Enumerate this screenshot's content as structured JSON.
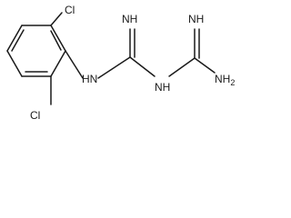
{
  "structure": {
    "atoms": {
      "cl_top": "Cl",
      "cl_bottom": "Cl",
      "nh_imine_1": "NH",
      "nh_amine_1": "N",
      "nh_amine_1_h": "H",
      "nh_amine_2": "N",
      "nh_amine_2_h": "H",
      "nh_imine_2": "NH",
      "nh2_terminal": "NH",
      "nh2_subscript": "2"
    }
  }
}
